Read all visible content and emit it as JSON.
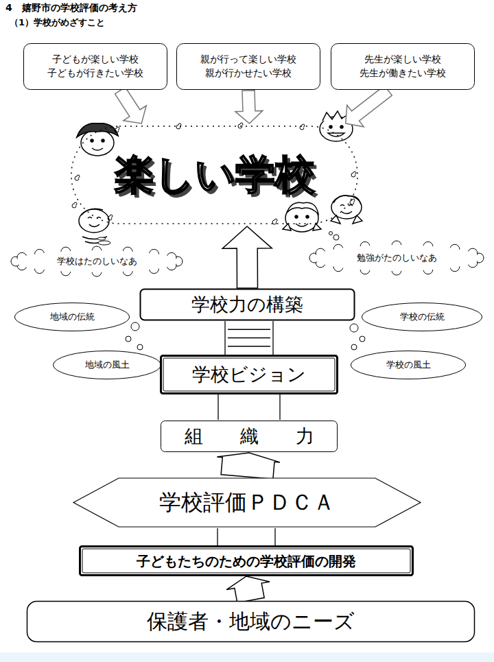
{
  "diagram": {
    "title": "4　嬉野市の学校評価の考え方",
    "nodes": [
      {
        "text": [
          "子どもが楽しい学校",
          "子どもが行きたい学校"
        ]
      },
      {
        "text": [
          "親が行って楽しい学校",
          "親が行かせたい学校"
        ]
      },
      {
        "text": [
          "先生が楽しい学校",
          "先生が働きたい学校"
        ]
      },
      {
        "text": [
          "楽しい学校"
        ]
      },
      {
        "text": [
          "学校はたのしいなあ"
        ]
      },
      {
        "text": [
          "勉強がたのしいなあ"
        ]
      },
      {
        "text": [
          "学校力の構築"
        ]
      },
      {
        "text": [
          "地域の伝統"
        ]
      },
      {
        "text": [
          "学校の伝統"
        ]
      },
      {
        "text": [
          "地域の風土"
        ]
      },
      {
        "text": [
          "学校の風土"
        ]
      },
      {
        "text": [
          "学校ビジョン"
        ]
      },
      {
        "text": [
          "組　　織　　力"
        ]
      },
      {
        "text": [
          "学校評価ＰＤＣＡ"
        ]
      },
      {
        "text": [
          "子どもたちのための学校評価の開発"
        ]
      },
      {
        "text": [
          "保護者・地域のニーズ"
        ]
      }
    ],
    "edges": [
      {
        "from": 0,
        "to": 3,
        "arrow": "to"
      },
      {
        "from": 1,
        "to": 3,
        "arrow": "to"
      },
      {
        "from": 2,
        "to": 3,
        "arrow": "to"
      },
      {
        "from": 6,
        "to": 3,
        "arrow": "to"
      },
      {
        "from": 11,
        "to": 6,
        "arrow": "none"
      },
      {
        "from": 12,
        "to": 11,
        "arrow": "none"
      },
      {
        "from": 13,
        "to": 12,
        "arrow": "to"
      },
      {
        "from": 14,
        "to": 13,
        "arrow": "none"
      },
      {
        "from": 15,
        "to": 14,
        "arrow": "to"
      }
    ],
    "labels": [
      "（1）学校がめざすこと"
    ]
  }
}
